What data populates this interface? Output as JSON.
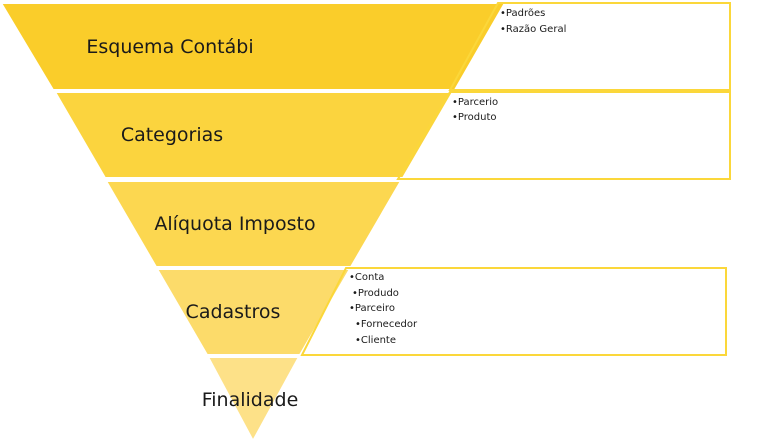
{
  "funnel": {
    "levels": [
      {
        "label": "Esquema Contábi",
        "color": "#FACD2A",
        "details": [
          "•Padrões",
          "•Razão Geral"
        ]
      },
      {
        "label": "Categorias",
        "color": "#FBD43E",
        "details": [
          "•Parcerio",
          "•Produto"
        ]
      },
      {
        "label": "Alíquota Imposto",
        "color": "#FCD750",
        "details": []
      },
      {
        "label": "Cadastros",
        "color": "#FCDB6A",
        "details": [
          "•Conta",
          "•Produdo",
          "•Parceiro",
          "•Fornecedor",
          "•Cliente"
        ]
      },
      {
        "label": "Finalidade",
        "color": "#FDE188",
        "details": []
      }
    ],
    "box_border_color": "#FBD73A"
  }
}
